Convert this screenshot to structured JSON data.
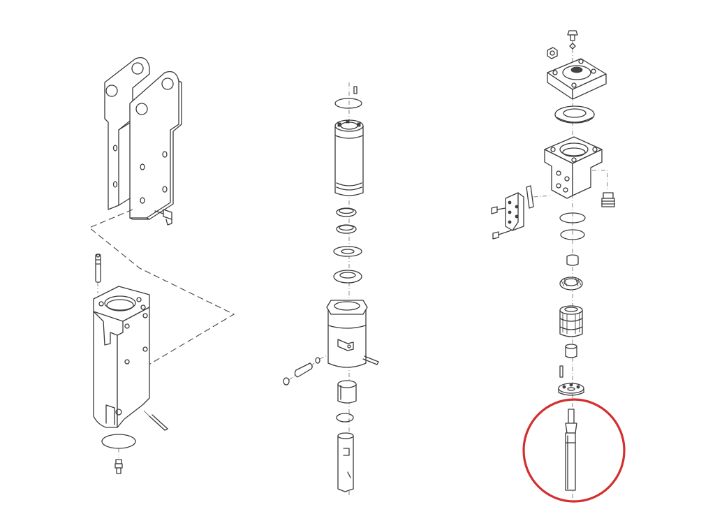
{
  "figure": {
    "views": [
      "bracket-assembly",
      "cylinder-assembly",
      "valve-head-assembly"
    ],
    "highlight": {
      "target": "piston-rod",
      "color": "#d32f2f"
    },
    "line_color": "#3a3a3a",
    "background": "#ffffff"
  }
}
